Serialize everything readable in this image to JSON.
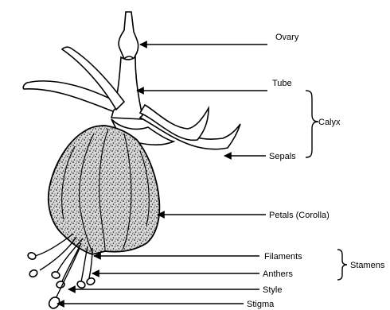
{
  "labels": {
    "ovary": "Ovary",
    "tube": "Tube",
    "calyx": "Calyx",
    "sepals": "Sepals",
    "petals": "Petals (Corolla)",
    "filaments": "Filaments",
    "stamens": "Stamens",
    "anthers": "Anthers",
    "style": "Style",
    "stigma": "Stigma"
  }
}
